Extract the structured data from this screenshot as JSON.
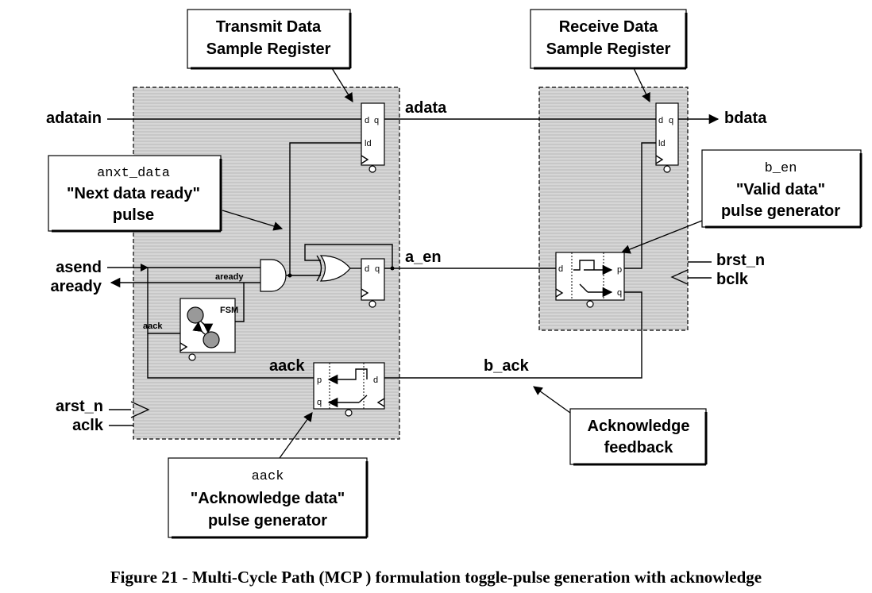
{
  "callouts": {
    "transmit_register": {
      "line1": "Transmit Data",
      "line2": "Sample Register"
    },
    "receive_register": {
      "line1": "Receive Data",
      "line2": "Sample Register"
    },
    "anxt_data": {
      "signal": "anxt_data",
      "line1": "\"Next data ready\"",
      "line2": "pulse"
    },
    "b_en": {
      "signal": "b_en",
      "line1": "\"Valid data\"",
      "line2": "pulse generator"
    },
    "aack": {
      "signal": "aack",
      "line1": "\"Acknowledge data\"",
      "line2": "pulse generator"
    },
    "ack_feedback": {
      "line1": "Acknowledge",
      "line2": "feedback"
    }
  },
  "signals": {
    "adatain": "adatain",
    "adata": "adata",
    "bdata": "bdata",
    "asend": "asend",
    "aready": "aready",
    "a_en": "a_en",
    "brst_n": "brst_n",
    "bclk": "bclk",
    "aack": "aack",
    "b_ack": "b_ack",
    "arst_n": "arst_n",
    "aclk": "aclk"
  },
  "ports": {
    "d": "d",
    "q": "q",
    "ld": "ld",
    "p": "p",
    "fsm": "FSM",
    "aready_small": "aready",
    "aack_small": "aack"
  },
  "caption": "Figure 21 - Multi-Cycle Path (MCP ) formulation toggle-pulse generation with acknowledge"
}
